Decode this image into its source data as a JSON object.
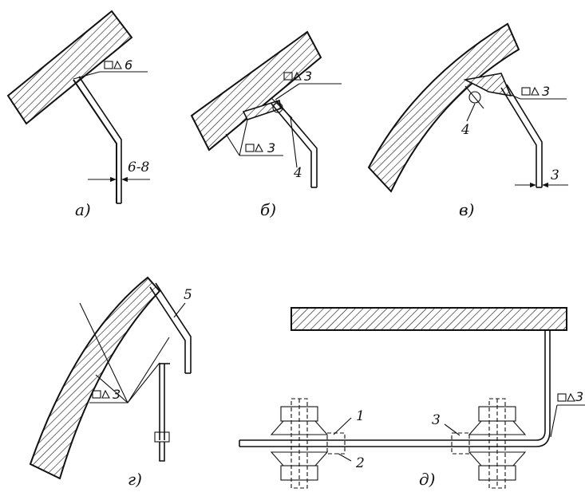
{
  "figures": {
    "a": {
      "caption": "а)",
      "weld": "6",
      "dimension": "6-8"
    },
    "b": {
      "caption": "б)",
      "weld_top": "3",
      "weld_bottom": "3",
      "part": "4"
    },
    "v": {
      "caption": "в)",
      "weld": "3",
      "part": "4",
      "dimension": "3"
    },
    "g": {
      "caption": "г)",
      "weld": "3",
      "part": "5"
    },
    "d": {
      "caption": "д)",
      "weld": "3",
      "part_1": "1",
      "part_2": "2",
      "part_3": "3"
    }
  },
  "colors": {
    "ink": "#111111",
    "paper": "#ffffff"
  },
  "icons": [
    "weld-symbol-icon",
    "dimension-arrow-icon"
  ]
}
